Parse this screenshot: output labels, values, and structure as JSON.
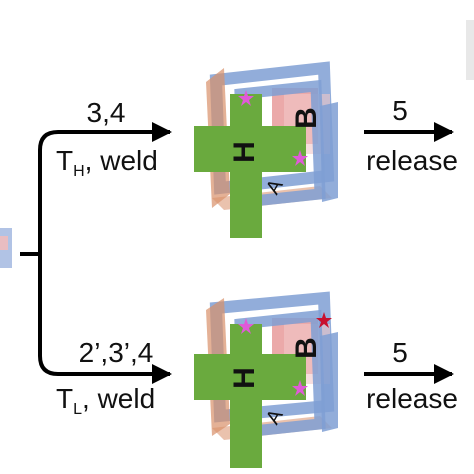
{
  "colors": {
    "arrow": "#000000",
    "blue_frame": "#7f9fd4",
    "orange_frame": "#d9906a",
    "green_cross": "#6aaa3e",
    "pink_block": "#e79a9a",
    "pink_light": "#f2c8c8",
    "star_magenta": "#e05ad8",
    "star_red": "#c8102e",
    "left_edge_blue": "#9db4de",
    "left_edge_pink": "#f0bcbc"
  },
  "top_branch": {
    "above_label": "3,4",
    "below_label_main": "T",
    "below_label_sub": "H",
    "below_label_suffix": ", weld",
    "result": {
      "above_label": "5",
      "below_label": "release"
    },
    "cube": {
      "letter_h": "H",
      "letter_b": "B",
      "letter_a": "A",
      "stars": [
        "star-magenta",
        "star-magenta"
      ]
    }
  },
  "bottom_branch": {
    "above_label": "2’,3’,4",
    "below_label_main": "T",
    "below_label_sub": "L",
    "below_label_suffix": ", weld",
    "result": {
      "above_label": "5",
      "below_label": "release"
    },
    "cube": {
      "letter_h": "H",
      "letter_b": "B",
      "letter_a": "A",
      "stars": [
        "star-magenta",
        "star-magenta",
        "star-red"
      ]
    }
  }
}
